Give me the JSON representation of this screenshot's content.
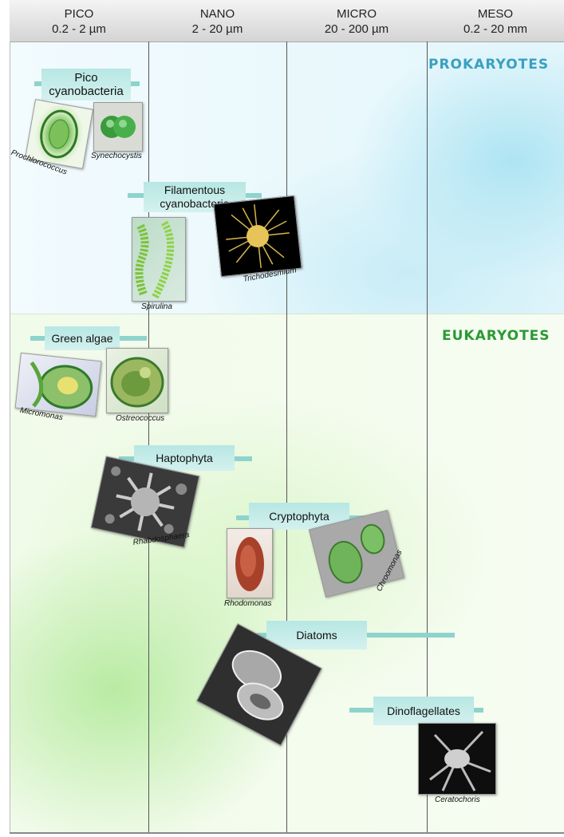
{
  "columns": [
    {
      "name": "PICO",
      "range": "0.2 - 2 µm"
    },
    {
      "name": "NANO",
      "range": "2 - 20 µm"
    },
    {
      "name": "MICRO",
      "range": "20 - 200 µm"
    },
    {
      "name": "MESO",
      "range": "0.2 - 20 mm"
    }
  ],
  "domains": {
    "prokaryotes": {
      "label": "PROKARYOTES",
      "color": "#3aa0c0"
    },
    "eukaryotes": {
      "label": "EUKARYOTES",
      "color": "#2a9a35"
    }
  },
  "groups": {
    "pico_cyanobacteria": {
      "label": "Pico\ncyanobacteria",
      "species": [
        "Prochlorococcus",
        "Synechocystis"
      ]
    },
    "filamentous_cyanobacteria": {
      "label": "Filamentous\ncyanobacteria",
      "species": [
        "Spirulina",
        "Trichodesmium"
      ]
    },
    "green_algae": {
      "label": "Green algae",
      "species": [
        "Micromonas",
        "Ostreococcus"
      ]
    },
    "haptophyta": {
      "label": "Haptophyta",
      "species": [
        "Rhabdosphaera"
      ]
    },
    "cryptophyta": {
      "label": "Cryptophyta",
      "species": [
        "Rhodomonas",
        "Chroomonas"
      ]
    },
    "diatoms": {
      "label": "Diatoms",
      "species": []
    },
    "dinoflagellates": {
      "label": "Dinoflagellates",
      "species": [
        "Ceratochoris"
      ]
    }
  }
}
